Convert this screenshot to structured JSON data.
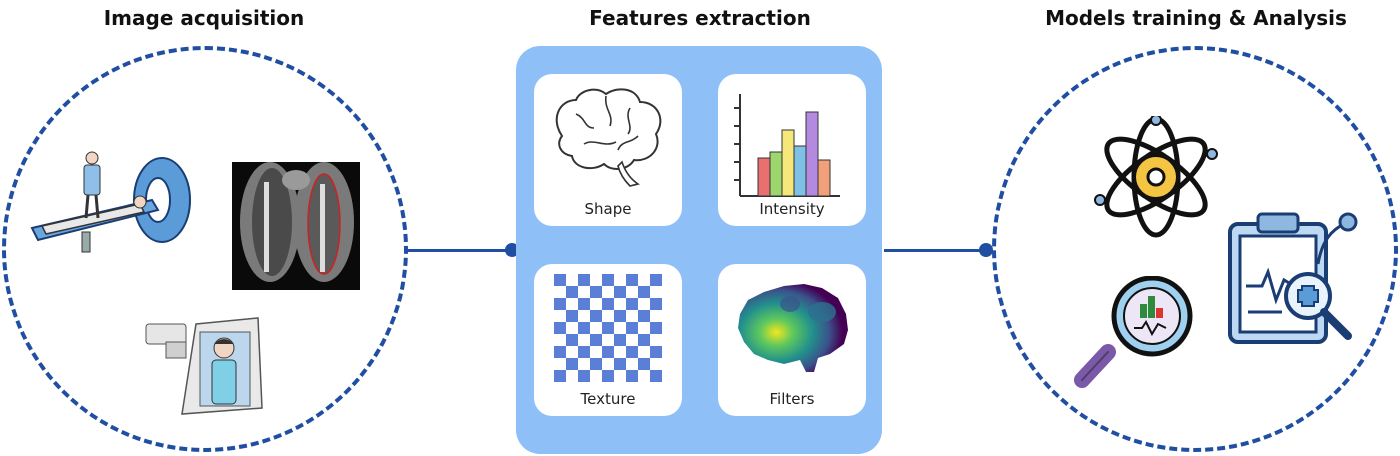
{
  "titles": {
    "left": "Image acquisition",
    "middle": "Features extraction",
    "right": "Models training & Analysis"
  },
  "features": {
    "shape": "Shape",
    "intensity": "Intensity",
    "texture": "Texture",
    "filters": "Filters"
  },
  "colors": {
    "accent": "#1f4ea3",
    "panel": "#8ec0f7",
    "card": "#ffffff"
  }
}
